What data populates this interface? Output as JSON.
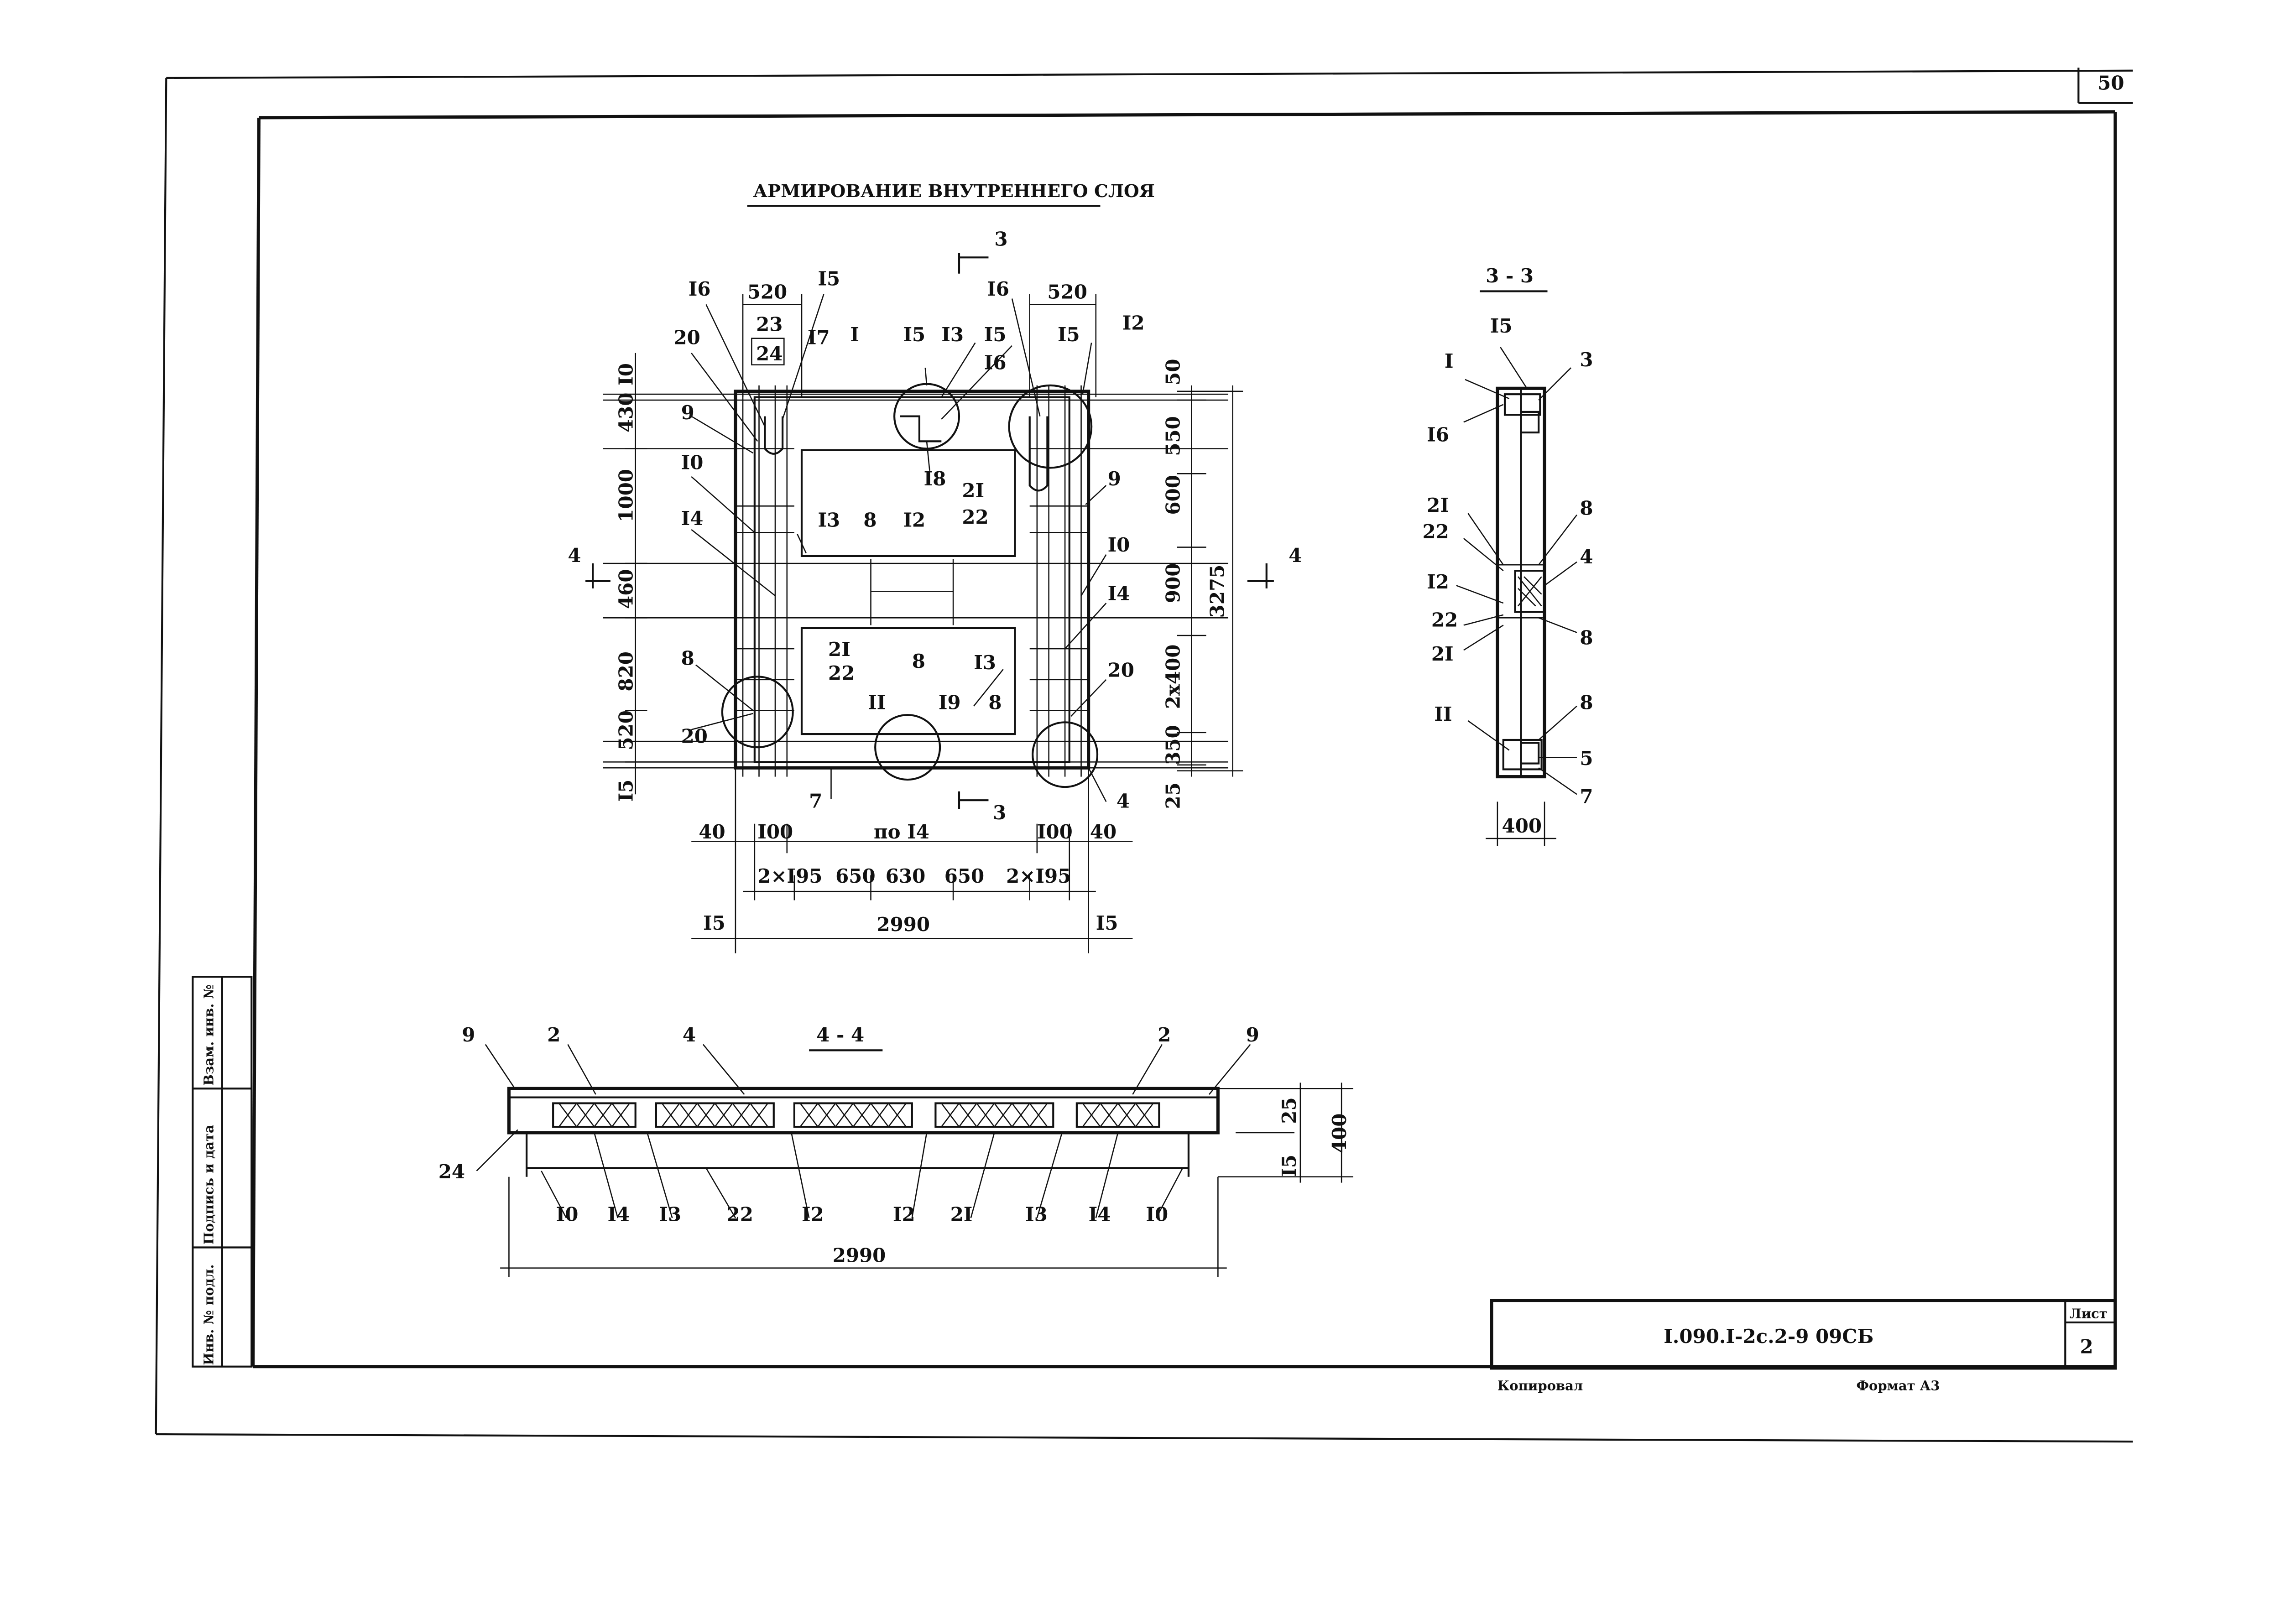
{
  "page_number": "50",
  "title": "АРМИРОВАНИЕ ВНУТРЕННЕГО СЛОЯ",
  "sections": {
    "s33": "3 - 3",
    "s44": "4 - 4",
    "cut3": "3",
    "cut4": "4"
  },
  "plan": {
    "dims_top": [
      "520",
      "520"
    ],
    "dims_right": [
      "50",
      "550",
      "600",
      "900",
      "2x400",
      "350",
      "25"
    ],
    "dim_total_height": "3275",
    "dims_left": [
      "I0",
      "430",
      "1000",
      "460",
      "820",
      "520",
      "I5"
    ],
    "dims_bottom1": [
      "40",
      "I00",
      "по I4",
      "I00",
      "40"
    ],
    "dims_bottom2": [
      "2×I95",
      "650",
      "630",
      "650",
      "2×I95"
    ],
    "dim_total_width": "2990",
    "dim_edge": [
      "I5",
      "I5"
    ],
    "labels": [
      "I6",
      "I5",
      "23",
      "24",
      "I7",
      "I",
      "I5",
      "I3",
      "I5",
      "I6",
      "I6",
      "I5",
      "I2",
      "20",
      "9",
      "I0",
      "I4",
      "I8",
      "2I",
      "22",
      "I3",
      "8",
      "I2",
      "9",
      "I0",
      "I4",
      "2I",
      "22",
      "8",
      "I3",
      "8",
      "20",
      "II",
      "I9",
      "8",
      "20",
      "7",
      "4"
    ]
  },
  "section33": {
    "labels": [
      "I5",
      "I",
      "3",
      "I6",
      "2I",
      "8",
      "22",
      "4",
      "I2",
      "22",
      "8",
      "2I",
      "8",
      "II",
      "5",
      "7"
    ],
    "dim": "400"
  },
  "section44": {
    "labels_top": [
      "9",
      "2",
      "4",
      "2",
      "9"
    ],
    "labels_bottom": [
      "24",
      "I0",
      "I4",
      "I3",
      "22",
      "I2",
      "I2",
      "2I",
      "I3",
      "I4",
      "I0"
    ],
    "dims_right": [
      "25",
      "400",
      "I5"
    ],
    "dim_total": "2990"
  },
  "side_stamp": [
    "Инв. № подл.",
    "Подпись и дата",
    "Взам. инв. №"
  ],
  "title_block": {
    "code": "I.090.I-2с.2-9 09СБ",
    "sheet_label": "Лист",
    "sheet_number": "2"
  },
  "footer": {
    "copied": "Копировал",
    "format": "Формат А3"
  }
}
